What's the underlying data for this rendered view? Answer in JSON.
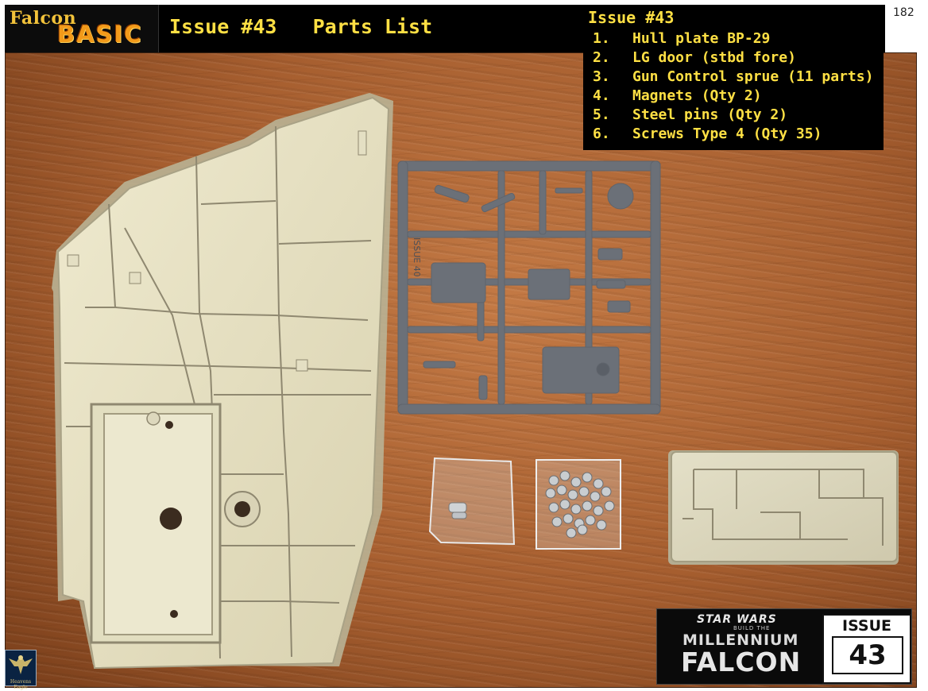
{
  "header": {
    "logo_top": "Falcon",
    "logo_bottom": "BASIC",
    "title": "Issue #43   Parts List",
    "page_number": "182"
  },
  "parts": {
    "title": "Issue #43",
    "items": [
      {
        "num": "1.",
        "label": "Hull plate BP-29"
      },
      {
        "num": "2.",
        "label": "LG door (stbd fore)"
      },
      {
        "num": "3.",
        "label": "Gun Control sprue (11 parts)"
      },
      {
        "num": "4.",
        "label": "Magnets (Qty 2)"
      },
      {
        "num": "5.",
        "label": "Steel pins (Qty 2)"
      },
      {
        "num": "6.",
        "label": "Screws Type 4 (Qty 35)"
      }
    ]
  },
  "photo": {
    "sprue_stamp": "ISSUE 40"
  },
  "badge": {
    "star_wars": "STAR WARS",
    "build_the": "BUILD THE",
    "millennium": "MILLENNIUM",
    "falcon": "FALCON",
    "issue_label": "ISSUE",
    "issue_number": "43"
  },
  "author": {
    "label": "Heavens Eagle"
  },
  "colors": {
    "header_bg": "#000000",
    "header_text": "#ffe044",
    "logo_orange": "#f29a1a",
    "wood": "#a65e2f",
    "hull_plastic": "#e6e1c4",
    "sprue_grey": "#6b7078"
  }
}
